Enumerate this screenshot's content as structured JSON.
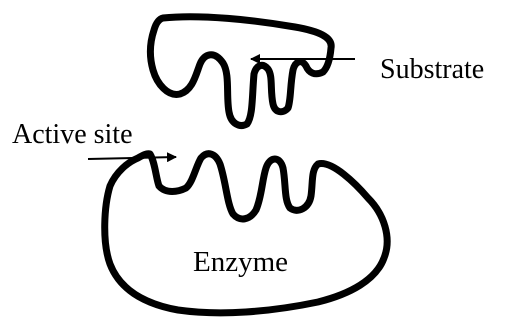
{
  "diagram": {
    "labels": {
      "substrate": "Substrate",
      "active_site": "Active site",
      "enzyme": "Enzyme"
    },
    "colors": {
      "stroke": "#000000",
      "background": "#ffffff"
    }
  }
}
